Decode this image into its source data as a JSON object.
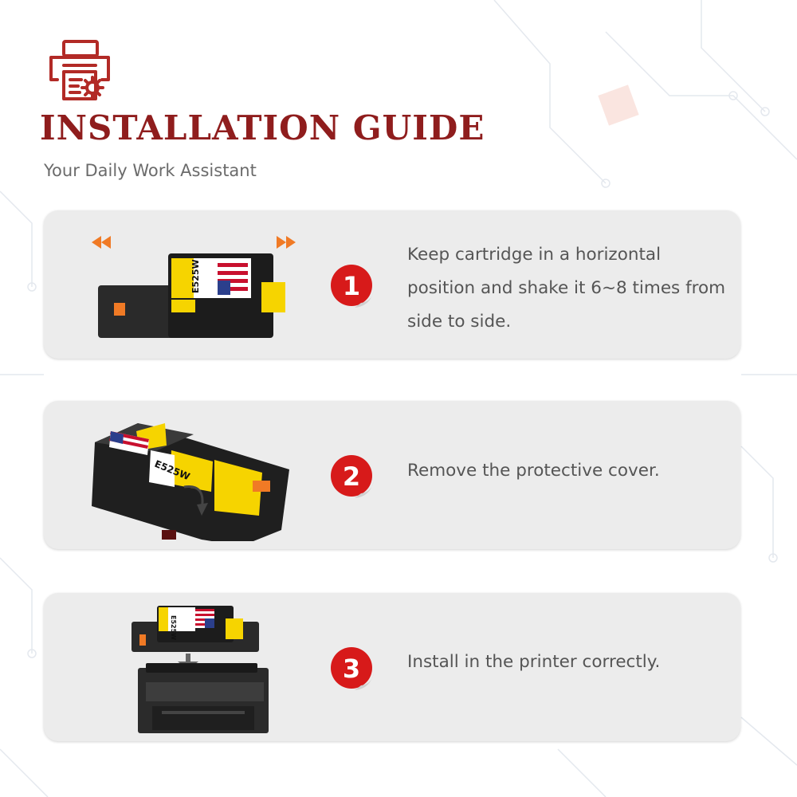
{
  "header": {
    "title": "INSTALLATION GUIDE",
    "subtitle": "Your Daily Work Assistant",
    "icon": "printer-gear-icon",
    "accent_color": "#8f1d1d"
  },
  "steps": [
    {
      "number": "1",
      "text": "Keep cartridge in a horizontal position and shake it 6~8 times from side to side.",
      "cartridge_label": "E525W"
    },
    {
      "number": "2",
      "text": "Remove the protective cover.",
      "cartridge_label": "E525W"
    },
    {
      "number": "3",
      "text": "Install in the printer correctly.",
      "cartridge_label": "E525W"
    }
  ],
  "colors": {
    "badge_red": "#d71a1a",
    "card_bg": "#ececec",
    "cartridge_yellow": "#f6d400",
    "arrow_orange": "#f07a25"
  }
}
